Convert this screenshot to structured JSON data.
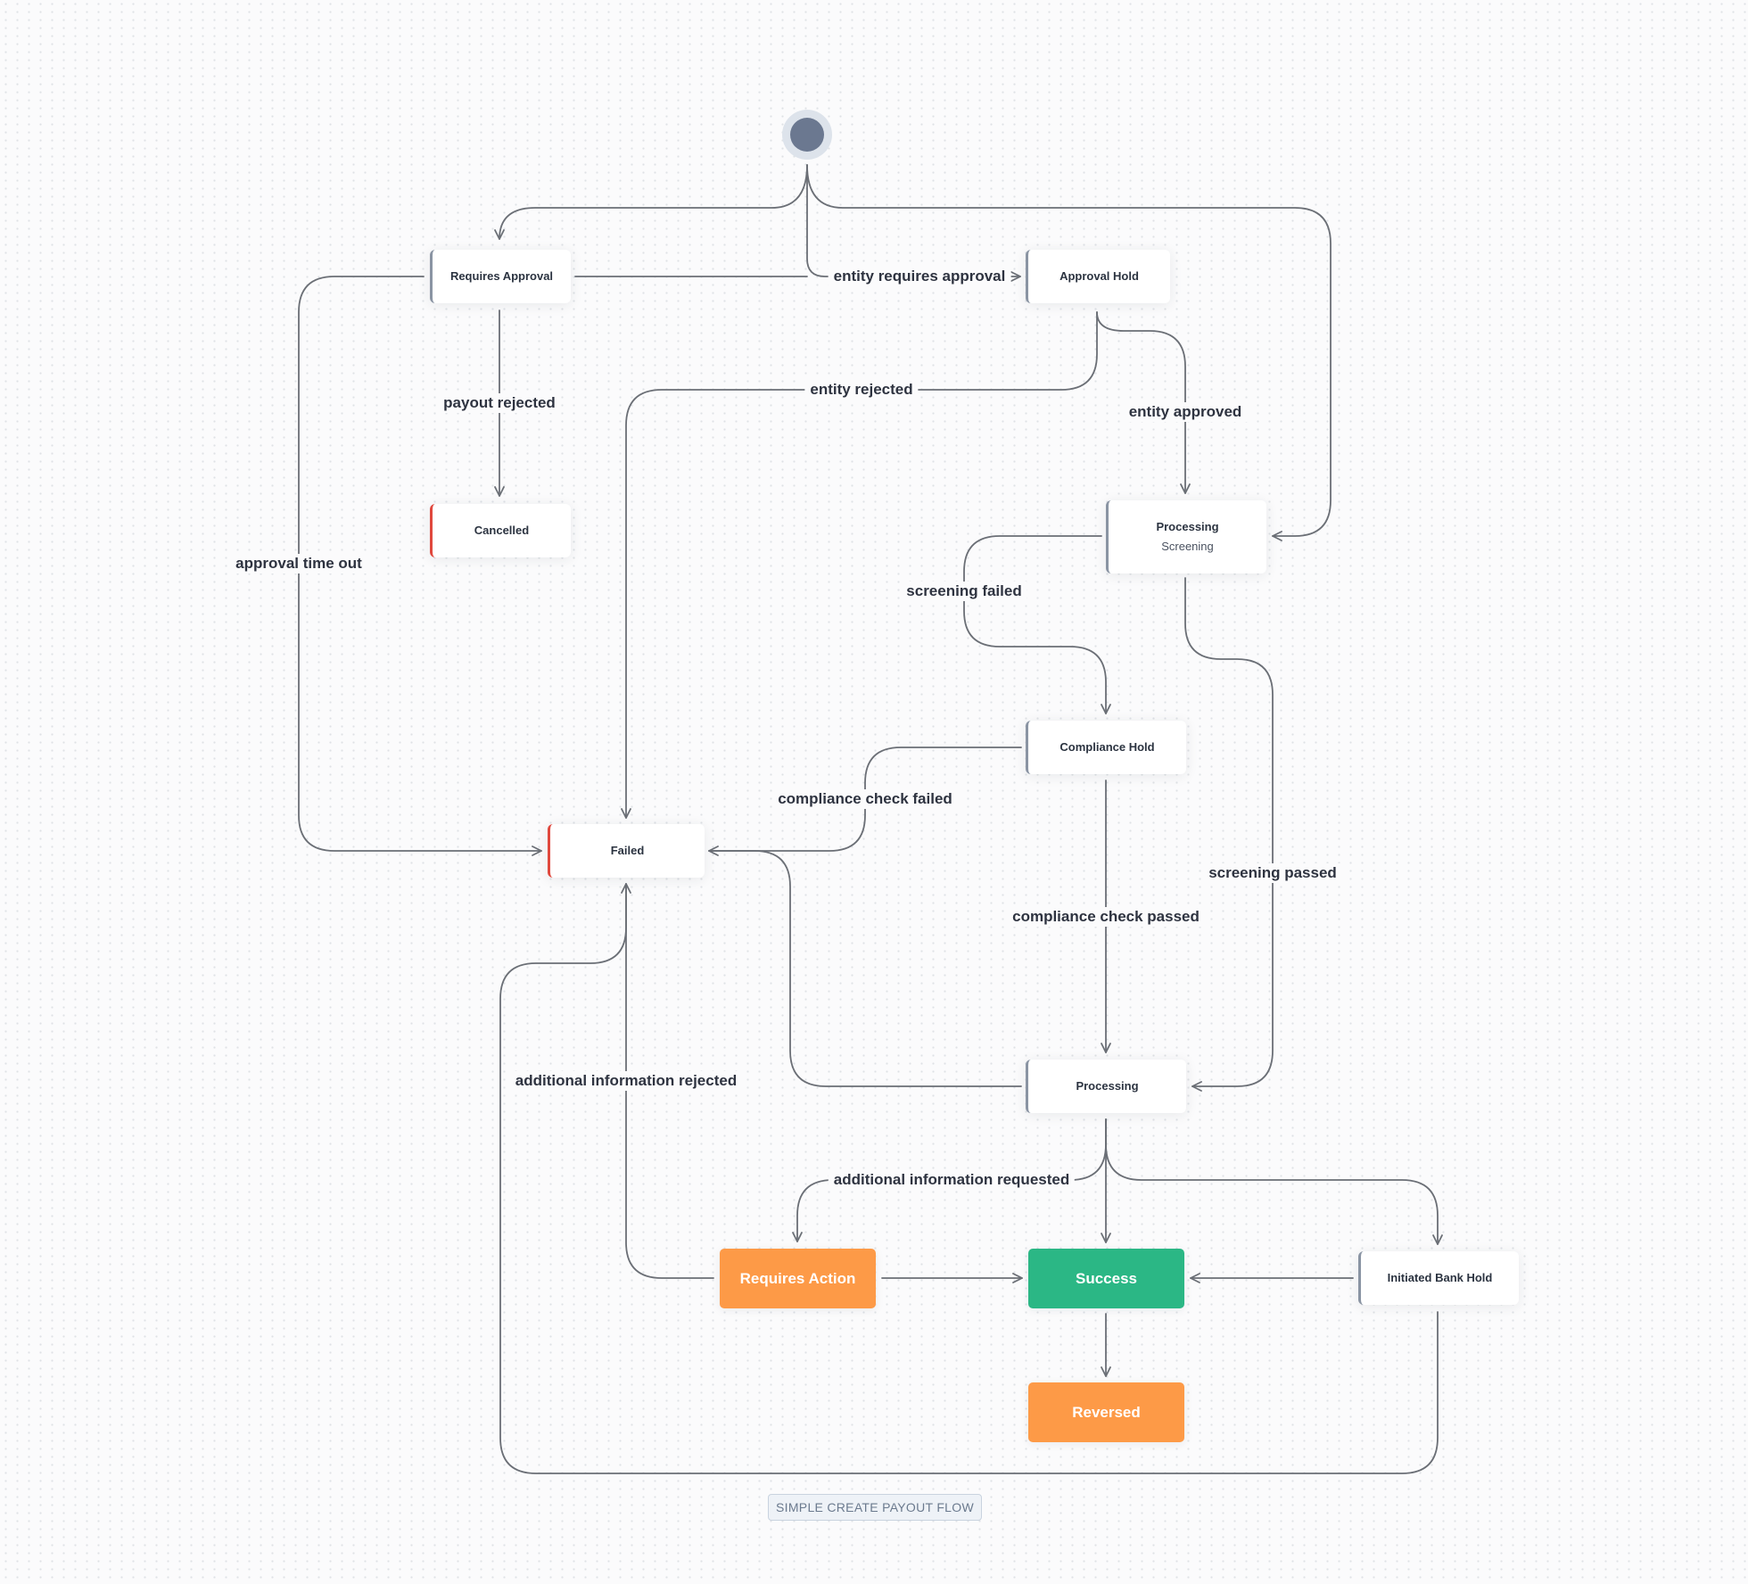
{
  "nodes": {
    "requires_approval": "Requires Approval",
    "approval_hold": "Approval Hold",
    "cancelled": "Cancelled",
    "processing_screening": {
      "title": "Processing",
      "subtitle": "Screening"
    },
    "compliance_hold": "Compliance Hold",
    "failed": "Failed",
    "processing": "Processing",
    "requires_action": "Requires Action",
    "success": "Success",
    "initiated_bank_hold": "Initiated Bank Hold",
    "reversed": "Reversed"
  },
  "edges": {
    "entity_requires_approval": "entity requires approval",
    "entity_rejected": "entity rejected",
    "entity_approved": "entity approved",
    "payout_rejected": "payout rejected",
    "approval_time_out": "approval time out",
    "screening_failed": "screening failed",
    "screening_passed": "screening passed",
    "compliance_check_failed": "compliance check failed",
    "compliance_check_passed": "compliance check passed",
    "additional_information_rejected": "additional information rejected",
    "additional_information_requested": "additional information requested"
  },
  "caption": "SIMPLE CREATE PAYOUT FLOW",
  "colors": {
    "edge": "#6b6f76",
    "action_orange": "#fd9a47",
    "success_green": "#2bb785",
    "terminal_red": "#e0483d",
    "state_border": "#8a94a3"
  }
}
